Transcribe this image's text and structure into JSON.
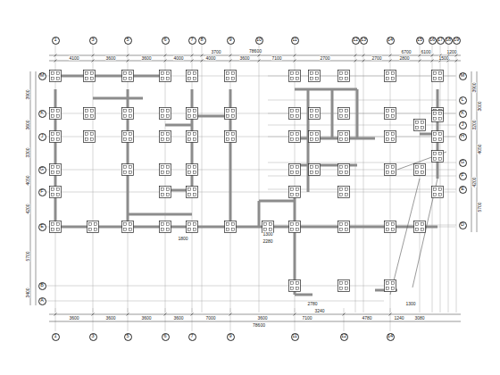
{
  "diagram": {
    "nodes": [
      {
        "text": [
          "1"
        ]
      },
      {
        "text": [
          "3"
        ]
      },
      {
        "text": [
          "5"
        ]
      },
      {
        "text": [
          "6"
        ]
      },
      {
        "text": [
          "7"
        ]
      },
      {
        "text": [
          "8"
        ]
      },
      {
        "text": [
          "9"
        ]
      },
      {
        "text": [
          "10"
        ]
      },
      {
        "text": [
          "11"
        ]
      },
      {
        "text": [
          "12"
        ]
      },
      {
        "text": [
          "13"
        ]
      },
      {
        "text": [
          "14"
        ]
      },
      {
        "text": [
          "15"
        ]
      },
      {
        "text": [
          "16"
        ]
      },
      {
        "text": [
          "17"
        ]
      },
      {
        "text": [
          "18"
        ]
      },
      {
        "text": [
          "19"
        ]
      },
      {
        "text": [
          "1"
        ]
      },
      {
        "text": [
          "3"
        ]
      },
      {
        "text": [
          "5"
        ]
      },
      {
        "text": [
          "6"
        ]
      },
      {
        "text": [
          "7"
        ]
      },
      {
        "text": [
          "9"
        ]
      },
      {
        "text": [
          "11"
        ]
      },
      {
        "text": [
          "12"
        ]
      },
      {
        "text": [
          "14"
        ]
      },
      {
        "text": [
          "M"
        ]
      },
      {
        "text": [
          "K"
        ]
      },
      {
        "text": [
          "J"
        ]
      },
      {
        "text": [
          "G"
        ]
      },
      {
        "text": [
          "F"
        ]
      },
      {
        "text": [
          "E"
        ]
      },
      {
        "text": [
          "B"
        ]
      },
      {
        "text": [
          "A"
        ]
      },
      {
        "text": [
          "M"
        ]
      },
      {
        "text": [
          "L"
        ]
      },
      {
        "text": [
          "K"
        ]
      },
      {
        "text": [
          "J"
        ]
      },
      {
        "text": [
          "H"
        ]
      },
      {
        "text": [
          "G"
        ]
      },
      {
        "text": [
          "F"
        ]
      },
      {
        "text": [
          "E"
        ]
      },
      {
        "text": [
          "D"
        ]
      }
    ],
    "labels": [
      "78600",
      "4100",
      "3600",
      "3600",
      "4000",
      "4000",
      "3700",
      "3600",
      "7100",
      "2700",
      "2700",
      "2800",
      "6100",
      "6700",
      "1500",
      "1200",
      "3600",
      "3600",
      "3600",
      "3600",
      "7000",
      "3600",
      "7100",
      "3240",
      "4780",
      "1240",
      "3080",
      "78600",
      "3900",
      "3600",
      "3300",
      "4050",
      "4200",
      "5700",
      "3400",
      "3900",
      "3000",
      "3200",
      "4050",
      "4200",
      "5700",
      "1300",
      "2280",
      "2780",
      "1300",
      "1800"
    ]
  }
}
